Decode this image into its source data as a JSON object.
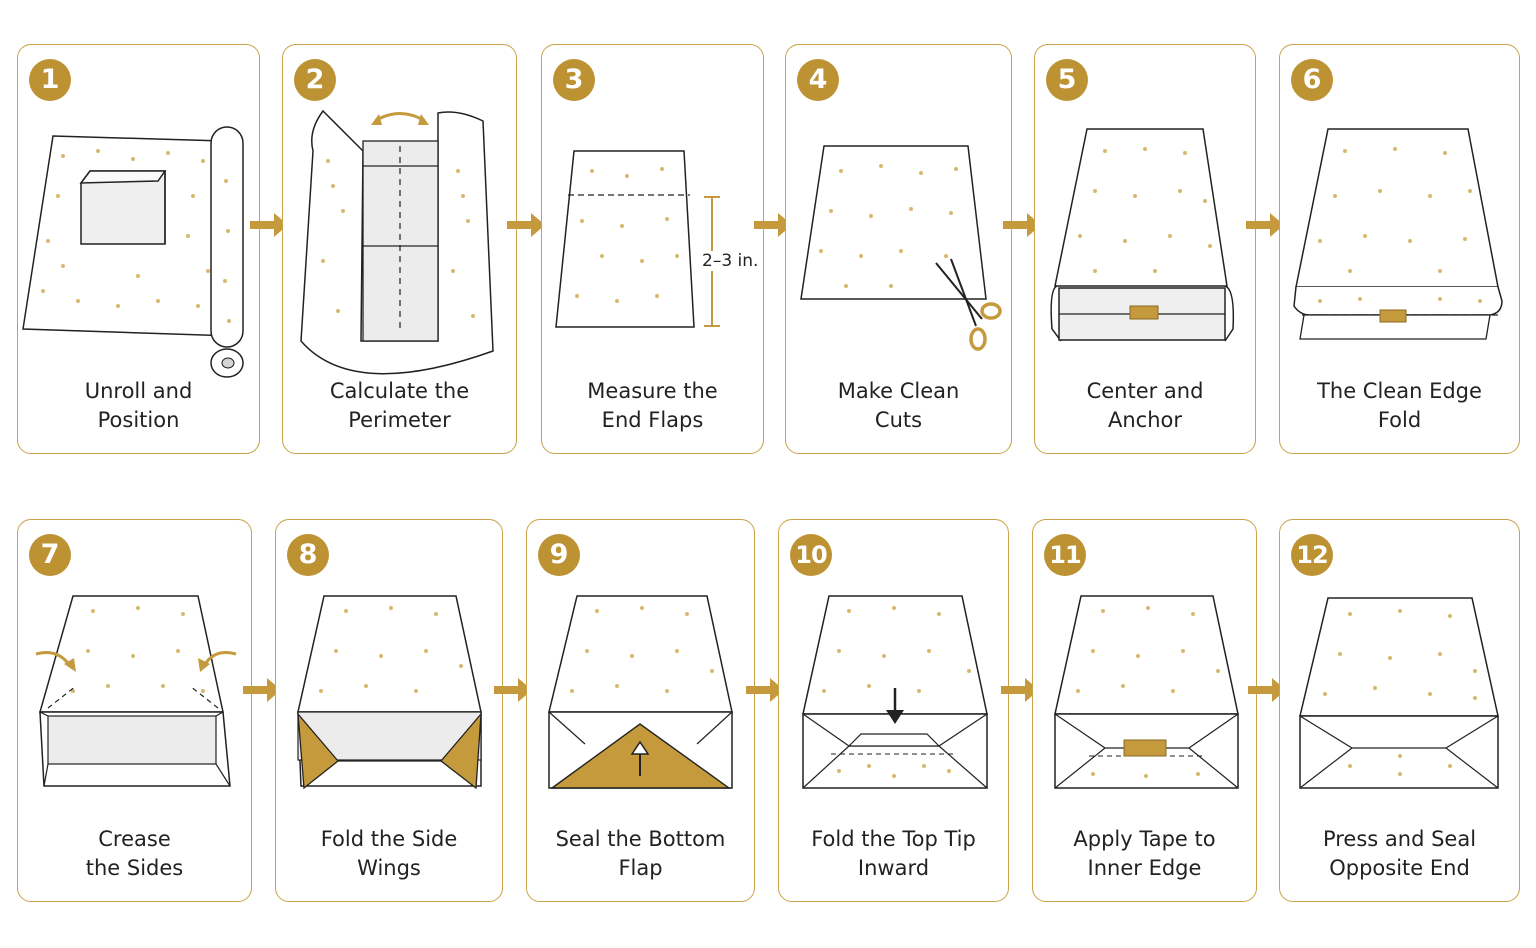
{
  "colors": {
    "gold": "#bc9233",
    "border": "#c9a24a",
    "dot": "#d8b870",
    "line": "#222222",
    "panel": "#eeeeee"
  },
  "steps": [
    {
      "number": "1",
      "label": "Unroll and\nPosition"
    },
    {
      "number": "2",
      "label": "Calculate the\nPerimeter"
    },
    {
      "number": "3",
      "label": "Measure the\nEnd Flaps",
      "measure": "2–3 in."
    },
    {
      "number": "4",
      "label": "Make Clean\nCuts"
    },
    {
      "number": "5",
      "label": "Center and\nAnchor"
    },
    {
      "number": "6",
      "label": "The Clean Edge\nFold"
    },
    {
      "number": "7",
      "label": "Crease\nthe Sides"
    },
    {
      "number": "8",
      "label": "Fold the Side\nWings"
    },
    {
      "number": "9",
      "label": "Seal the Bottom\nFlap"
    },
    {
      "number": "10",
      "label": "Fold the Top Tip\nInward"
    },
    {
      "number": "11",
      "label": "Apply Tape to\nInner Edge"
    },
    {
      "number": "12",
      "label": "Press and Seal\nOpposite End"
    }
  ],
  "icons": [
    "arrow-right-icon",
    "scissors-icon",
    "tape-icon",
    "gift-box-icon",
    "paper-roll-icon"
  ]
}
